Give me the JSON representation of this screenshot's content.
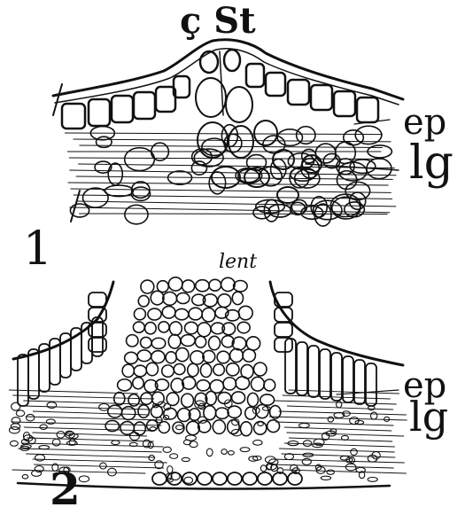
{
  "figures": [
    {
      "number": "1",
      "labels": {
        "top": "ç St",
        "ep": "ep",
        "lg": "lg"
      }
    },
    {
      "number": "2",
      "labels": {
        "top": "lent",
        "ep": "ep",
        "lg": "lg"
      }
    }
  ],
  "colors": {
    "ink": "#111111",
    "paper": "#ffffff"
  }
}
